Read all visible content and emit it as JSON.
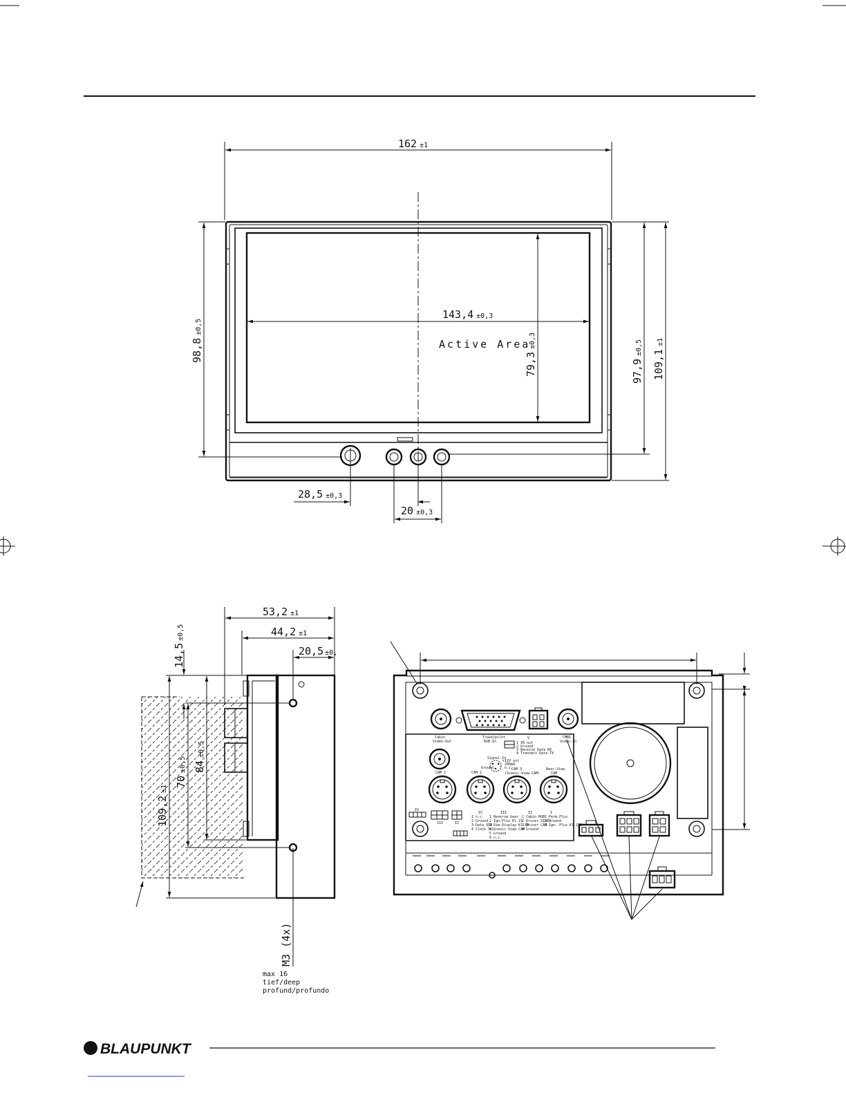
{
  "front_view": {
    "width_total": "162",
    "width_total_tol": "±1",
    "active_width": "143,4",
    "active_width_tol": "±0,3",
    "active_area_label": "Active Area",
    "active_height": "79,3",
    "active_height_tol": "±0,3",
    "left_height": "98,8",
    "left_height_tol": "±0,5",
    "right_height_inner": "97,9",
    "right_height_inner_tol": "±0,5",
    "right_height_total": "109,1",
    "right_height_total_tol": "±1",
    "button_offset": "28,5",
    "button_offset_tol": "±0,3",
    "button_spacing": "20",
    "button_spacing_tol": "±0,3"
  },
  "side_view": {
    "depth_total": "53,2",
    "depth_total_tol": "±1",
    "depth_body": "44,2",
    "depth_body_tol": "±1",
    "depth_rear": "20,5",
    "depth_rear_tol": "±0,",
    "top_offset": "14,5",
    "top_offset_tol": "±0,5",
    "height_total": "109,2",
    "height_total_tol": "±1",
    "hole_spacing": "70",
    "hole_spacing_tol": "±0,5",
    "body_height": "84",
    "body_height_tol": "±0,5",
    "screw_label": "M3 (4x)",
    "screw_depth": [
      "max 16",
      "tief/deep",
      "profund/profundo"
    ]
  },
  "rear_panel": {
    "labels": {
      "cabin_video_out": [
        "Cabin",
        "Video-Out"
      ],
      "travelpilot_rgb": [
        "Travelpilot",
        "RGB-In"
      ],
      "connector_v": "V",
      "connector_v_pins": [
        "1 IR out",
        "2 Ground",
        "3 Receive Data RX",
        "4 Transmit Data TX"
      ],
      "cmbs_video_in": [
        "CMBS",
        "Video-In"
      ],
      "signal_in": [
        "Signal-In",
        "Ground"
      ],
      "signal_in_right": [
        "+12V out",
        "200mA",
        "n.c."
      ],
      "cam1": "CAM 1",
      "cam2": "CAM 2",
      "cam3": [
        "CAM 3",
        "(Scenic-View CAM)"
      ],
      "rear_view_cam": [
        "Rear-View",
        "CAM"
      ],
      "block_iv_left": "IV",
      "block_iii_left": "III",
      "block_ii_left": "II",
      "col_iv": [
        "IV",
        "1 n.c.",
        "2 Ground",
        "3 Data SDA",
        "4 Clock SCL"
      ],
      "col_iii": [
        "III",
        "1 Reverse Gear",
        "2 Ign.Plus Kl.15",
        "3 Dim.Display Kl.58",
        "4 Scenic View CAM",
        "5 Ground",
        "6 n.c."
      ],
      "col_ii": [
        "II",
        "1 Cabin RGB",
        "2 Driver VIDEO",
        "3 Driver CAM",
        "4 Ground"
      ],
      "col_i": [
        "I",
        "1 Perm.Plus",
        "2 Ground",
        "3 Ign. Plus Kl.15R"
      ]
    }
  },
  "footer": {
    "brand": "BLAUPUNKT"
  }
}
